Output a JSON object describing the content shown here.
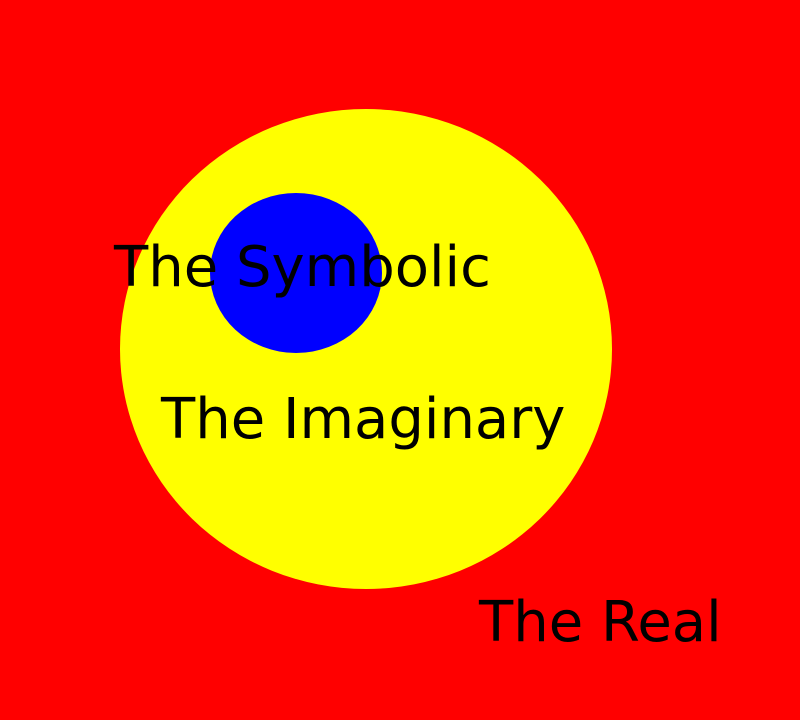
{
  "regions": {
    "real": {
      "label": "The Real",
      "color": "#ff0000"
    },
    "imaginary": {
      "label": "The Imaginary",
      "color": "#ffff00"
    },
    "symbolic": {
      "label": "The Symbolic",
      "color": "#0000ff"
    }
  }
}
